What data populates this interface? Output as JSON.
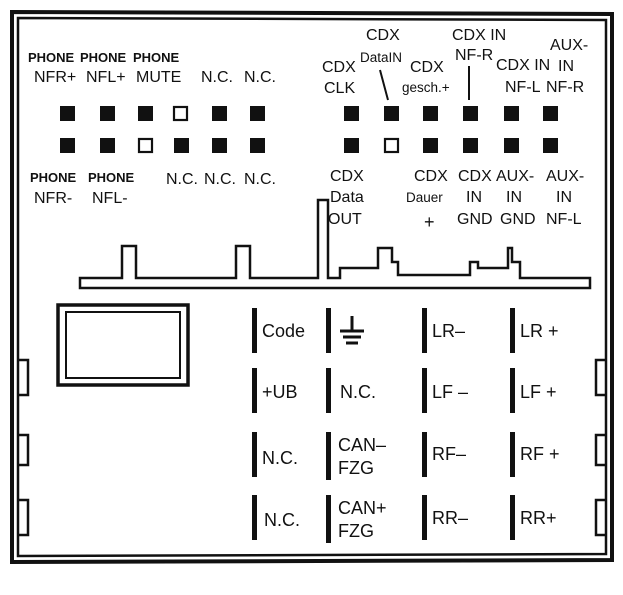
{
  "diagram": {
    "top_connector": {
      "left_block": {
        "top_row_labels": [
          [
            "PHONE",
            "NFR+"
          ],
          [
            "PHONE",
            "NFL+"
          ],
          [
            "PHONE",
            "MUTE"
          ],
          [
            "N.C."
          ],
          [
            "N.C."
          ]
        ],
        "bottom_row_labels": [
          [
            "PHONE",
            "NFR-"
          ],
          [
            "PHONE",
            "NFL-"
          ],
          [
            "N.C."
          ],
          [
            "N.C."
          ],
          [
            "N.C."
          ]
        ],
        "top_row_pins": [
          "filled",
          "filled",
          "filled",
          "empty",
          "filled",
          "filled"
        ],
        "bottom_row_pins": [
          "filled",
          "filled",
          "empty",
          "filled",
          "filled",
          "filled"
        ]
      },
      "right_block": {
        "top_row_labels": [
          [
            "CDX",
            "CLK"
          ],
          [
            "CDX",
            "DataIN"
          ],
          [
            "CDX",
            "gesch.+"
          ],
          [
            "CDX IN",
            "NF-R"
          ],
          [
            "CDX IN",
            "NF-L"
          ],
          [
            "AUX-",
            "IN",
            "NF-R"
          ]
        ],
        "bottom_row_labels": [
          [
            "CDX",
            "Data",
            "OUT"
          ],
          [
            "CDX",
            "Dauer",
            "+"
          ],
          [
            "CDX",
            "IN",
            "GND"
          ],
          [
            "AUX-",
            "IN",
            "GND"
          ],
          [
            "AUX-",
            "IN",
            "NF-L"
          ]
        ],
        "top_row_pins": [
          "filled",
          "filled",
          "filled",
          "filled",
          "filled",
          "filled"
        ],
        "bottom_row_pins": [
          "filled",
          "empty",
          "filled",
          "filled",
          "filled",
          "filled"
        ]
      }
    },
    "bottom_connector": {
      "columns": [
        [
          "Code",
          "+UB",
          "N.C.",
          "N.C."
        ],
        [
          "ground-symbol",
          "N.C.",
          "CAN–\nFZG",
          "CAN+\nFZG"
        ],
        [
          "LR–",
          "LF –",
          "RF–",
          "RR–"
        ],
        [
          "LR +",
          "LF +",
          "RF +",
          "RR+"
        ]
      ]
    }
  }
}
